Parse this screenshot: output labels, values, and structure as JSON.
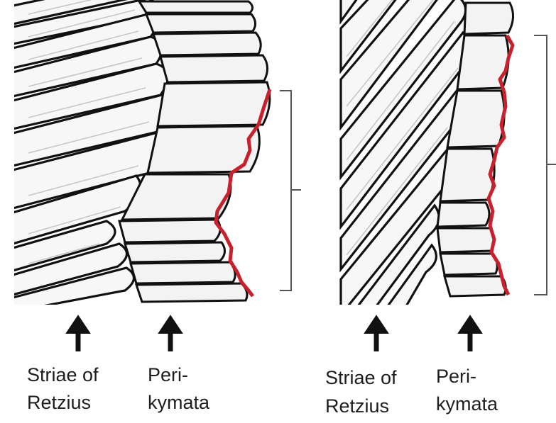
{
  "panels": [
    {
      "id": "left",
      "labels": {
        "striae": [
          "Striae of",
          "Retzius"
        ],
        "perikymata": [
          "Peri-",
          "kymata"
        ]
      }
    },
    {
      "id": "right",
      "labels": {
        "striae": [
          "Striae of",
          "Retzius"
        ],
        "perikymata": [
          "Peri-",
          "kymata"
        ]
      }
    }
  ],
  "colors": {
    "outline": "#111111",
    "surface": "#c8202c",
    "shade": "#d8d8d8",
    "bracket": "#555555"
  },
  "icons": [
    "up-arrow-icon"
  ]
}
